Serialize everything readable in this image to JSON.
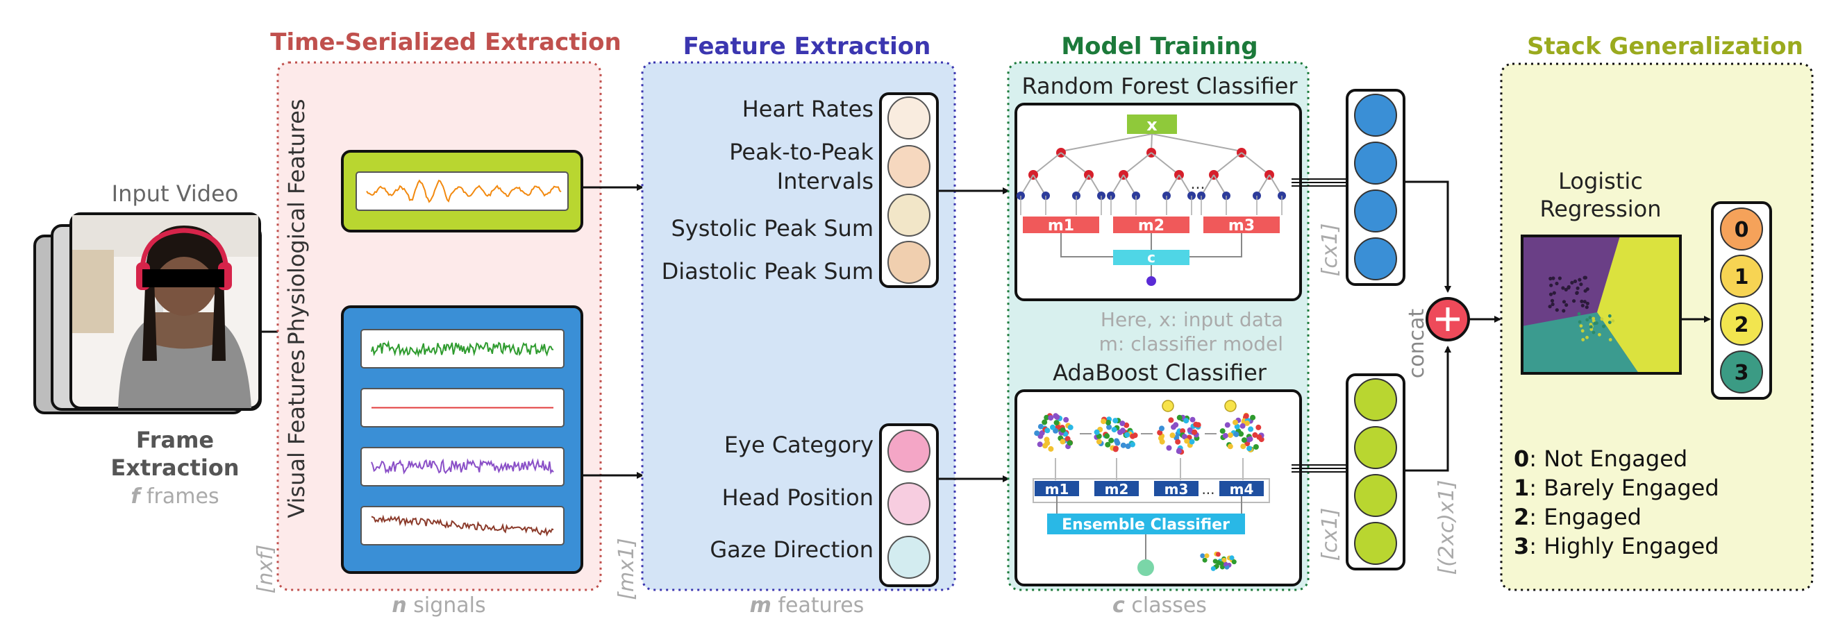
{
  "input": {
    "title": "Input Video",
    "frame_extraction_1": "Frame",
    "frame_extraction_2": "Extraction",
    "frames_var": "f",
    "frames_label": " frames"
  },
  "sections": {
    "time_serialized": "Time-Serialized Extraction",
    "feature_extraction": "Feature Extraction",
    "model_training": "Model Training",
    "stack_generalization": "Stack Generalization"
  },
  "time_serialized": {
    "physiological_label": "Physiological Features",
    "visual_label": "Visual Features",
    "dim_in": "[nxf]",
    "bottom_var": "n",
    "bottom_label": " signals",
    "signal_colors": [
      "#f2890f",
      "#2e9b2e",
      "#e23b3b",
      "#8a4fc7",
      "#8b3b2b"
    ]
  },
  "features": {
    "physiological": [
      "Heart Rates",
      "Peak-to-Peak",
      "Intervals",
      "Systolic Peak Sum",
      "Diastolic Peak Sum"
    ],
    "visual": [
      "Eye Category",
      "Head Position",
      "Gaze Direction"
    ],
    "dim_in": "[mx1]",
    "bottom_var": "m",
    "bottom_label": " features",
    "circle_colors": [
      "#f9ecdf",
      "#f6d8bf",
      "#f2e6c8",
      "#f0cfaf",
      "#f4a6c6",
      "#f7cde0",
      "#d3ecf0"
    ]
  },
  "model_training": {
    "rf_title": "Random Forest Classifier",
    "rf_root": "x",
    "rf_models": [
      "m1",
      "m2",
      "m3"
    ],
    "rf_combiner": "c",
    "note_1": "Here, x: input data",
    "note_2": "m: classifier model",
    "ada_title": "AdaBoost Classifier",
    "ada_models": [
      "m1",
      "m2",
      "m3",
      "m4"
    ],
    "ada_ensemble": "Ensemble Classifier",
    "ellipsis": "...",
    "bottom_var": "c",
    "bottom_label": " classes"
  },
  "outputs": {
    "rf_dim": "[cx1]",
    "ada_dim": "[cx1]",
    "concat_label": "concat",
    "concat_dim": "[(2xc)x1]",
    "rf_color": "#3a8fd6",
    "ada_color": "#b9d630"
  },
  "stack": {
    "lr_line1": "Logistic",
    "lr_line2": "Regression",
    "class_nums": [
      "0",
      "1",
      "2",
      "3"
    ],
    "class_colors": [
      "#f5a25a",
      "#f7d453",
      "#f2e54f",
      "#3b9b84"
    ],
    "legend": [
      {
        "num": "0",
        "label": ": Not Engaged"
      },
      {
        "num": "1",
        "label": ": Barely Engaged"
      },
      {
        "num": "2",
        "label": ": Engaged"
      },
      {
        "num": "3",
        "label": ": Highly Engaged"
      }
    ]
  }
}
